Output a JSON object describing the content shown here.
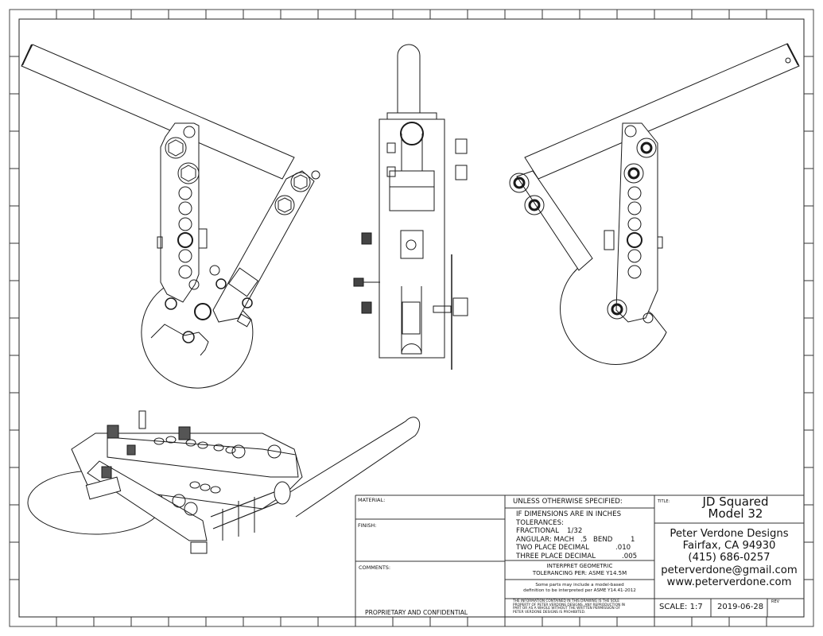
{
  "title_block": {
    "material_label": "MATERIAL:",
    "finish_label": "FINISH:",
    "comments_label": "COMMENTS:",
    "proprietary": "PROPRIETARY AND CONFIDENTIAL",
    "unless_specified": "UNLESS OTHERWISE SPECIFIED:",
    "tolerances": {
      "line1": "IF DIMENSIONS ARE IN INCHES",
      "line2": "TOLERANCES:",
      "fractional_label": "FRACTIONAL",
      "fractional_value": "1/32",
      "angular_label": "ANGULAR: MACH",
      "angular_mach_value": ".5",
      "angular_bend_label": "BEND",
      "angular_bend_value": "1",
      "two_place_label": "TWO PLACE DECIMAL",
      "two_place_value": ".010",
      "three_place_label": "THREE PLACE DECIMAL",
      "three_place_value": ".005"
    },
    "gdt_line1": "INTERPRET GEOMETRIC",
    "gdt_line2": "TOLERANCING PER: ASME Y14.5M",
    "mbd_line1": "Some parts may include a model-based",
    "mbd_line2": "definition to be interpreted per ASME Y14.41-2012",
    "notice_lines": [
      "THE INFORMATION CONTAINED IN THIS DRAWING IS THE SOLE",
      "PROPERTY OF PETER VERDONE DESIGNS. ANY REPRODUCTION IN",
      "PART OR AS A WHOLE WITHOUT THE WRITTEN PERMISSION OF",
      "PETER VERDONE DESIGNS IS PROHIBITED."
    ],
    "title_label": "TITLE:",
    "title_line1": "JD Squared",
    "title_line2": "Model 32",
    "company": {
      "name": "Peter Verdone Designs",
      "city": "Fairfax, CA 94930",
      "phone": "(415) 686-0257",
      "email": "peterverdone@gmail.com",
      "web": "www.peterverdone.com"
    },
    "scale": "SCALE: 1:7",
    "date": "2019-06-28",
    "rev_label": "REV",
    "rev_value": ""
  },
  "views": [
    {
      "name": "left-side-view"
    },
    {
      "name": "front-view"
    },
    {
      "name": "right-side-view"
    },
    {
      "name": "isometric-view"
    }
  ],
  "colors": {
    "line": "#1a1a1a",
    "border": "#333333",
    "paper": "#ffffff"
  }
}
